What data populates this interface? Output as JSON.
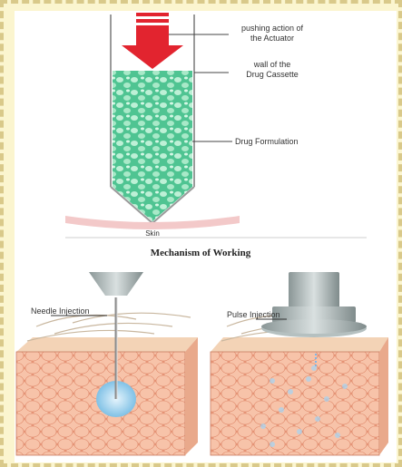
{
  "mechanism": {
    "label_actuator_line1": "pushing action of",
    "label_actuator_line2": "the Actuator",
    "label_wall_line1": "wall of the",
    "label_wall_line2": "Drug Cassette",
    "label_formulation": "Drug Formulation",
    "label_skin": "Skin",
    "caption": "Mechanism of Working"
  },
  "comparison": {
    "needle_label": "Needle Injection",
    "pulse_label": "Pulse Injection"
  },
  "colors": {
    "arrow": "#e2242f",
    "formulation": "#6fd3a8",
    "skin_cells": "#f2b49a",
    "injected_fluid": "#9fd0ee"
  }
}
